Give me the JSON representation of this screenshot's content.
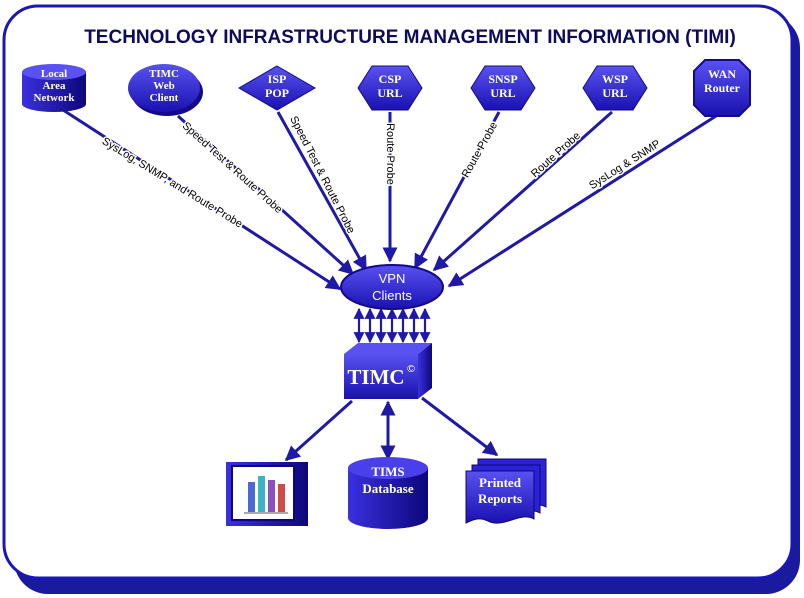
{
  "title": "TECHNOLOGY INFRASTRUCTURE MANAGEMENT INFORMATION (TIMI)",
  "colors": {
    "border": "#1a17b8",
    "node_fill": "#2b22d8",
    "node_dark": "#120a8a",
    "arrow": "#1e1aa6",
    "shadow": "#1a1a9e"
  },
  "sources": [
    {
      "lines": [
        "Local",
        "Area",
        "Network"
      ],
      "shape": "cylinder"
    },
    {
      "lines": [
        "TIMC",
        "Web",
        "Client"
      ],
      "shape": "ellipse"
    },
    {
      "lines": [
        "ISP",
        "POP"
      ],
      "shape": "diamond"
    },
    {
      "lines": [
        "CSP",
        "URL"
      ],
      "shape": "hexagon"
    },
    {
      "lines": [
        "SNSP",
        "URL"
      ],
      "shape": "hexagon"
    },
    {
      "lines": [
        "WSP",
        "URL"
      ],
      "shape": "hexagon"
    },
    {
      "lines": [
        "WAN",
        "Router"
      ],
      "shape": "octagon"
    }
  ],
  "edge_labels": [
    "SysLog, SNMP, and Route Probe",
    "Speed Test & Route Probe",
    "Speed Test & Route Probe",
    "Route Probe",
    "Route Probe",
    "Route Probe",
    "SysLog & SNMP"
  ],
  "vpn": {
    "lines": [
      "VPN",
      "Clients"
    ]
  },
  "timc": {
    "label": "TIMC",
    "mark": "©"
  },
  "outputs": {
    "database": [
      "TIMS",
      "Database"
    ],
    "reports": [
      "Printed",
      "Reports"
    ]
  },
  "connectors": {
    "vpn_timc_arrows": 7
  }
}
